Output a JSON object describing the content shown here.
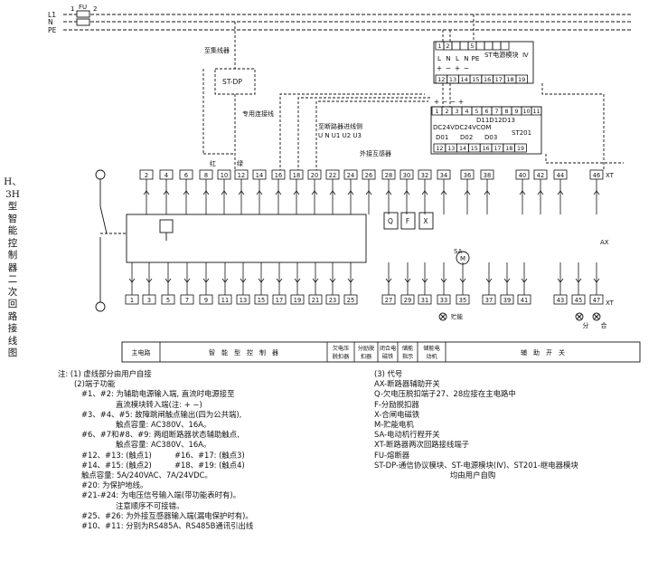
{
  "side_title": "H、3H型智能控制器二次回路接线图",
  "supply": {
    "l1": "L1",
    "n": "N",
    "pe": "PE",
    "t1": "1",
    "fu": "FU",
    "t2": "2"
  },
  "st_dp": {
    "label": "ST-DP",
    "cable": "至集线器",
    "dedicated": "专用连接线"
  },
  "psu": {
    "label": "ST电源模块",
    "roman": "Ⅳ",
    "top_terms": [
      "1",
      "2",
      "",
      "",
      "5",
      "",
      "",
      "",
      ""
    ],
    "inner": [
      "L",
      "N",
      "L",
      "N",
      "PE"
    ],
    "bottom_terms": [
      "12",
      "13",
      "14",
      "15",
      "16",
      "17",
      "18",
      "19"
    ]
  },
  "relay": {
    "label": "ST201",
    "top_terms": [
      "1",
      "2",
      "3",
      "4",
      "5",
      "6",
      "7",
      "8",
      "9",
      "10",
      "11"
    ],
    "d_row": "D11D12D13",
    "dc": "DC24VDC24VCOM",
    "d_groups": [
      "D01",
      "D02",
      "D03"
    ],
    "bottom_terms": [
      "12",
      "13",
      "14",
      "15",
      "16",
      "17",
      "18",
      "19"
    ]
  },
  "rows": {
    "top_terms": [
      "2",
      "4",
      "6",
      "8",
      "10",
      "12",
      "14",
      "16",
      "18",
      "20",
      "22",
      "24",
      "26",
      "28",
      "30",
      "32",
      "34",
      "36",
      "38",
      "40",
      "42",
      "44",
      "46"
    ],
    "bottom_terms": [
      "1",
      "3",
      "5",
      "7",
      "9",
      "11",
      "13",
      "15",
      "17",
      "19",
      "21",
      "23",
      "25",
      "27",
      "29",
      "31",
      "33",
      "35",
      "37",
      "39",
      "41",
      "43",
      "45",
      "47"
    ]
  },
  "labels": {
    "red": "红",
    "green": "绿",
    "breaker_side": "至断路器进线侧",
    "phases": "U N U1 U2 U3",
    "ext_ct": "外接互感器",
    "xt": "XT",
    "ax": "AX",
    "sa": "SA",
    "m": "M",
    "q": "Q",
    "f": "F",
    "x": "X",
    "storage": "贮能",
    "open": "分",
    "close": "合",
    "plus": "+",
    "minus": "−"
  },
  "legend": [
    "主电路",
    "智　能　型　控　制　器",
    "欠电压脱扣器",
    "分励脱扣器",
    "闭合电磁铁",
    "储能指示",
    "储能电动机",
    "辅　助　开　关"
  ],
  "notes_left": [
    "注: (1) 虚线部分由用户自接",
    "(2)端子功能",
    "#1、#2: 为辅助电源输入端, 直流时电源接至",
    "直流模块转入端(注: + −)",
    "#3、#4、#5: 故障跳闸触点输出(四为公共端),",
    "触点容量: AC380V、16A。",
    "#6、#7和#8、#9: 两组断路器状态辅助触点,",
    "触点容量: AC380V、16A。",
    "#12、#13: (触点1)　　　#16、#17: (触点3)",
    "#14、#15: (触点2)　　　#18、#19: (触点4)",
    "触点容量: 5A/240VAC、7A/24VDC。",
    "#20: 为保护地线。",
    "#21-#24: 为电压信号输入端(带功能表时有)。",
    "注意顺序不可接错。",
    "#25、#26: 为外接互感器输入端(漏电保护时有)。",
    "#10、#11: 分别为RS485A、RS485B通讯引出线"
  ],
  "notes_right": [
    "(3) 代号",
    "AX-断路器辅助开关",
    "Q-欠电压脱扣端子27、28应接在主电路中",
    "F-分励脱扣器",
    "X-合闸电磁铁",
    "M-贮能电机",
    "SA-电动机行程开关",
    "XT-断路器两次回路接线端子",
    "FU-熔断器",
    "ST-DP-通信协议模块、ST-电源模块(Ⅳ)、ST201-继电器模块",
    "均由用户自购"
  ]
}
